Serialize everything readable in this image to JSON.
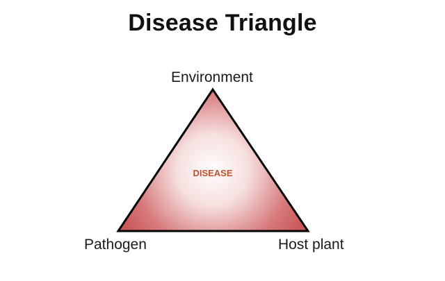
{
  "title": "Disease Triangle",
  "vertices": {
    "top": "Environment",
    "bottom_left": "Pathogen",
    "bottom_right": "Host plant"
  },
  "center_label": "DISEASE",
  "colors": {
    "fill_edge": "#c9585a",
    "fill_center": "#ffffff",
    "stroke": "#000000",
    "center_text": "#c0502e"
  }
}
